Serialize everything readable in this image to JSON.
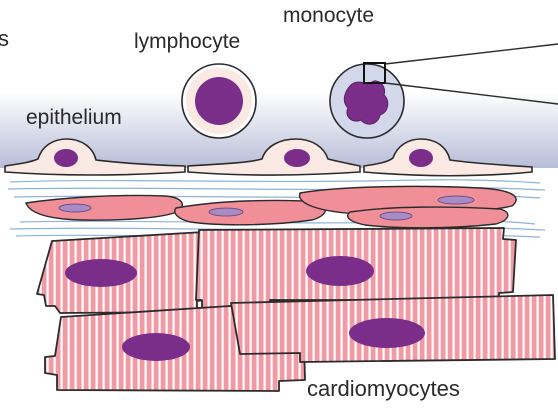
{
  "labels": {
    "clipped_left": "s",
    "monocyte": "monocyte",
    "lymphocyte": "lymphocyte",
    "epithelium": "epithelium",
    "cardiomyocytes": "cardiomyocytes"
  },
  "colors": {
    "blood_gradient_top": "#ffffff",
    "blood_gradient_bottom": "#b8bdd8",
    "endothelium_fill": "#fbe9e4",
    "nucleus": "#7a2e8a",
    "muscle_fill": "#f29aa3",
    "muscle_stripe": "#ffffff",
    "fibroblast_fill": "#f08f98",
    "fiber_blue": "#8fb2d8",
    "outline": "#2b2b2b"
  },
  "icons": [
    "zoom-box-icon",
    "callout-lines-icon"
  ]
}
